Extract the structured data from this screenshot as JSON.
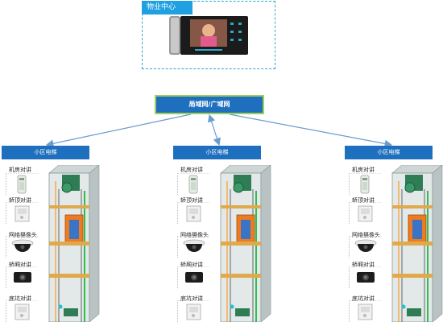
{
  "center": {
    "label": "物业中心"
  },
  "network": {
    "label": "局域网/广域网"
  },
  "groups": [
    {
      "title": "小区电梯",
      "devices": [
        {
          "label": "机房对讲",
          "icon": "intercom-panel-icon"
        },
        {
          "label": "轿顶对讲",
          "icon": "intercom-box-icon"
        },
        {
          "label": "网络摄像头",
          "icon": "dome-camera-icon"
        },
        {
          "label": "轿厢对讲",
          "icon": "car-intercom-icon"
        },
        {
          "label": "底坑对讲",
          "icon": "intercom-box-icon"
        }
      ]
    },
    {
      "title": "小区电梯",
      "devices": [
        {
          "label": "机房对讲",
          "icon": "intercom-panel-icon"
        },
        {
          "label": "轿顶对讲",
          "icon": "intercom-box-icon"
        },
        {
          "label": "网络摄像头",
          "icon": "dome-camera-icon"
        },
        {
          "label": "轿厢对讲",
          "icon": "car-intercom-icon"
        },
        {
          "label": "底坑对讲",
          "icon": "intercom-box-icon"
        }
      ]
    },
    {
      "title": "小区电梯",
      "devices": [
        {
          "label": "机房对讲",
          "icon": "intercom-panel-icon"
        },
        {
          "label": "轿顶对讲",
          "icon": "intercom-box-icon"
        },
        {
          "label": "网络摄像头",
          "icon": "dome-camera-icon"
        },
        {
          "label": "轿厢对讲",
          "icon": "car-intercom-icon"
        },
        {
          "label": "底坑对讲",
          "icon": "intercom-box-icon"
        }
      ]
    }
  ],
  "colors": {
    "accent": "#1f6fbf",
    "title_bar": "#1fa0e0",
    "net_border": "#9bd05a",
    "link": "#6a9ccf"
  }
}
